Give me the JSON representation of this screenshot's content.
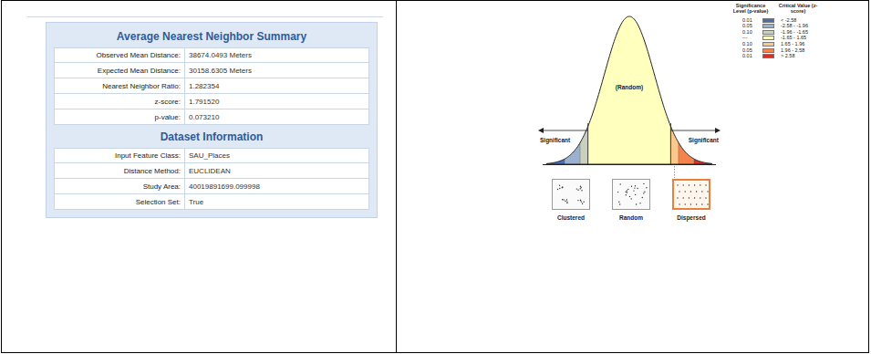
{
  "diagram": {
    "nodes": [
      {
        "text": [
          "Clustered"
        ]
      },
      {
        "text": [
          "Random"
        ]
      },
      {
        "text": [
          "Dispersed"
        ]
      }
    ],
    "labels": [
      "Average Nearest Neighbor Summary",
      "Observed Mean Distance:",
      "38674.0493 Meters",
      "Expected Mean Distance:",
      "30158.6305 Meters",
      "Nearest Neighbor Ratio:",
      "1.282354",
      "z-score:",
      "1.791520",
      "p-value:",
      "0.073210",
      "Dataset Information",
      "Input Feature Class:",
      "SAU_Places",
      "Distance Method:",
      "EUCLIDEAN",
      "Study Area:",
      "40019891699.099998",
      "Selection Set:",
      "True",
      "Significance Level (p-value)",
      "Critical Value (z-score)",
      "0.01",
      "0.05",
      "0.10",
      "---",
      "0.10",
      "0.05",
      "0.01",
      "Significant",
      "(Random)",
      "Significant"
    ],
    "legend": [
      {
        "text": "< -2.58",
        "color": "#4a6fb5"
      },
      {
        "text": "-2.58 - -1.96",
        "color": "#9cb1cf"
      },
      {
        "text": "-1.96 - -1.65",
        "color": "#c8d1c0"
      },
      {
        "text": "-1.65 - 1.65",
        "color": "#ffffbe"
      },
      {
        "text": "1.65 - 1.96",
        "color": "#fcc88c"
      },
      {
        "text": "1.96 - 2.58",
        "color": "#f4844e"
      },
      {
        "text": "> 2.58",
        "color": "#d73027"
      }
    ]
  }
}
